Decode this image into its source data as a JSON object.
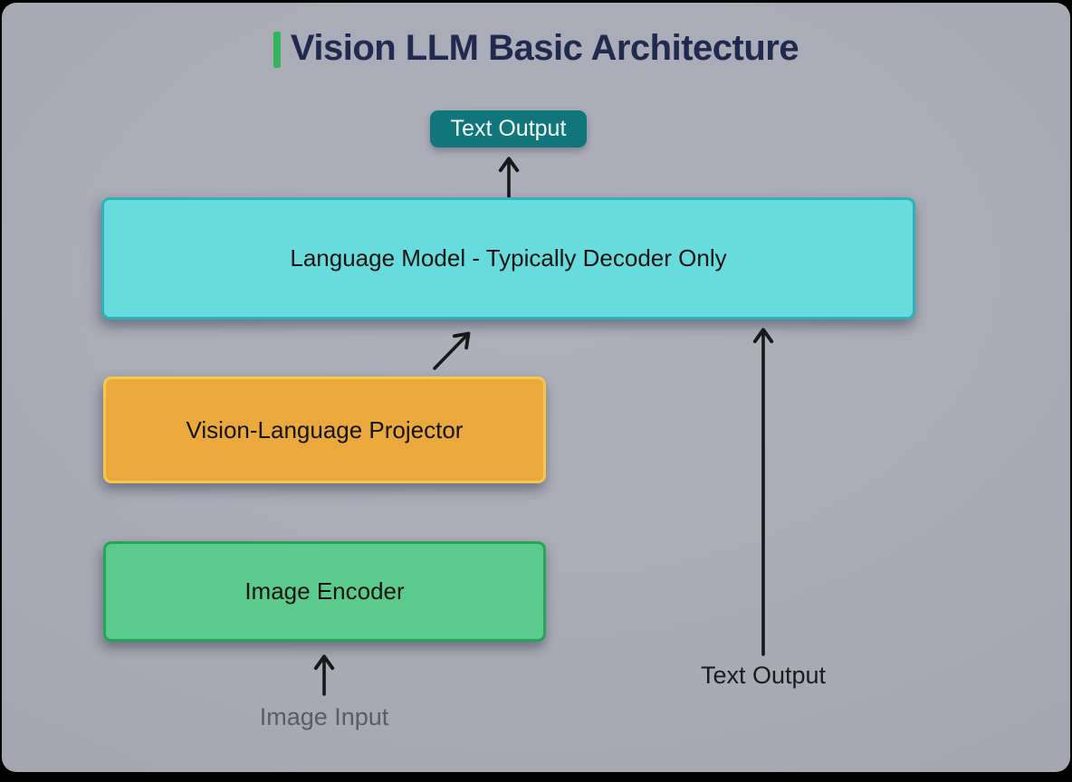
{
  "title": {
    "text": "Vision LLM Basic Architecture",
    "accent_color": "#35b55b",
    "text_color": "#202a4e"
  },
  "badge": {
    "label": "Text Output",
    "bg_color": "#11767a",
    "text_color": "#f4fcfc"
  },
  "boxes": {
    "language_model": {
      "label": "Language Model - Typically Decoder Only",
      "fill": "#68dcdc",
      "border": "#2ab3b8"
    },
    "projector": {
      "label": "Vision-Language Projector",
      "fill": "#eaa83d",
      "border": "#f2c94d"
    },
    "image_encoder": {
      "label": "Image Encoder",
      "fill": "#5cca8d",
      "border": "#26a457"
    }
  },
  "labels": {
    "image_input": {
      "text": "Image Input",
      "color": "#5b5c63"
    },
    "text_output": {
      "text": "Text Output",
      "color": "#1b1c1f"
    }
  },
  "edges": [
    {
      "from": "language-model-box",
      "to": "text-output-badge",
      "shape": "vertical-up-arrow"
    },
    {
      "from": "vision-language-projector-box",
      "to": "language-model-box",
      "shape": "diagonal-up-right-arrow"
    },
    {
      "from": "image-input-label",
      "to": "image-encoder-box",
      "shape": "vertical-up-arrow"
    },
    {
      "from": "text-output-label",
      "to": "language-model-box",
      "shape": "vertical-up-arrow"
    }
  ],
  "arrow_color": "#17181a",
  "background_color": "#a7a9b4",
  "frame_color": "#000000"
}
